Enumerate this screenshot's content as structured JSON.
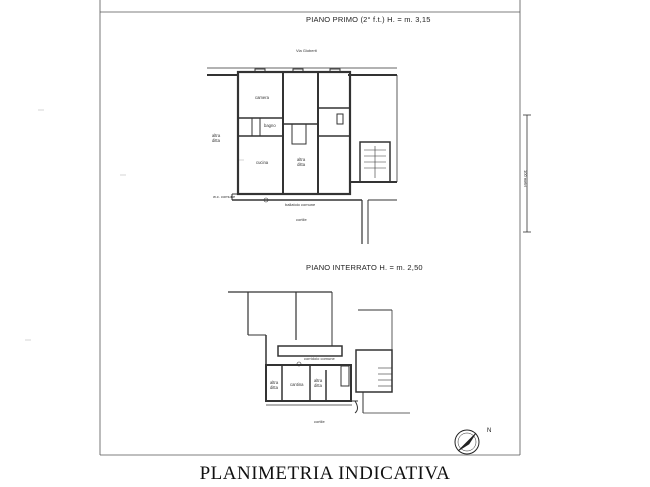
{
  "floors": {
    "first": {
      "title": "PIANO PRIMO (2° f.t.) H. = m. 3,15",
      "street": "Via Gioberti",
      "rooms": {
        "camera": "camera",
        "bagno": "bagno",
        "cucina": "cucina",
        "altra_ditta_center": "altra\nditta",
        "altra_ditta_left": "altra\nditta"
      },
      "wc": "w.c. comune",
      "ballatoio": "ballatoio comune",
      "cortile": "cortile"
    },
    "basement": {
      "title": "PIANO INTERRATO  H. = m. 2,50",
      "corridoio": "corridoio comune",
      "cantina": "cantina",
      "altra_ditta_left": "altra\nditta",
      "altra_ditta_right": "altra\nditta",
      "cortile": "cortile"
    }
  },
  "scale_text": "100 metri",
  "north": "N",
  "document_title": "PLANIMETRIA INDICATIVA"
}
